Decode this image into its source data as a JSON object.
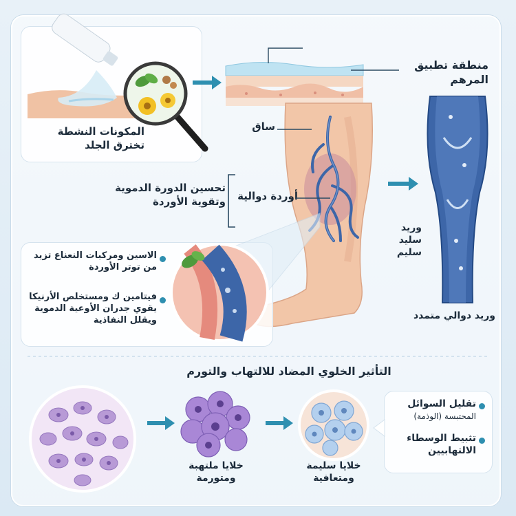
{
  "labels": {
    "ointment_area": "منطقة تطبيق المرهم",
    "ingredients_penetrate": "المكونات النشطة تخترق الجلد",
    "leg": "ساق",
    "circulation": "تحسين الدورة الدموية وتقوية الأوردة",
    "varicose_veins": "أوردة دوالية",
    "healthy_vein": "وريد سليد سليم",
    "dilated_vein": "وريد دوالي متمدد",
    "mint_effect": "الاسين ومركبات النعناع تزيد من توتر الأوردة",
    "vitamin_effect": "فيتامين ك ومستخلص الأرنيكا يقوي جدران الأوعية الدموية ويقلل النفاذية",
    "cellular_title": "التأثير الخلوي المضاد للالتهاب والتورم",
    "inflamed_cells": "خلايا ملتهبة ومتورمة",
    "healthy_cells": "خلايا سليمة ومتعافية",
    "reduce_fluids": "تقليل السوائل",
    "edema": "المحتبسة (الوذمة)",
    "inhibit_mediators": "تثبيط الوسطاء الالتهابيين"
  },
  "colors": {
    "accent": "#2e8fb0",
    "skin": "#f2c6a8",
    "vein_blue": "#3d66a8",
    "inflamed": "#9c6ad0",
    "healthy": "#8bb5e0"
  }
}
